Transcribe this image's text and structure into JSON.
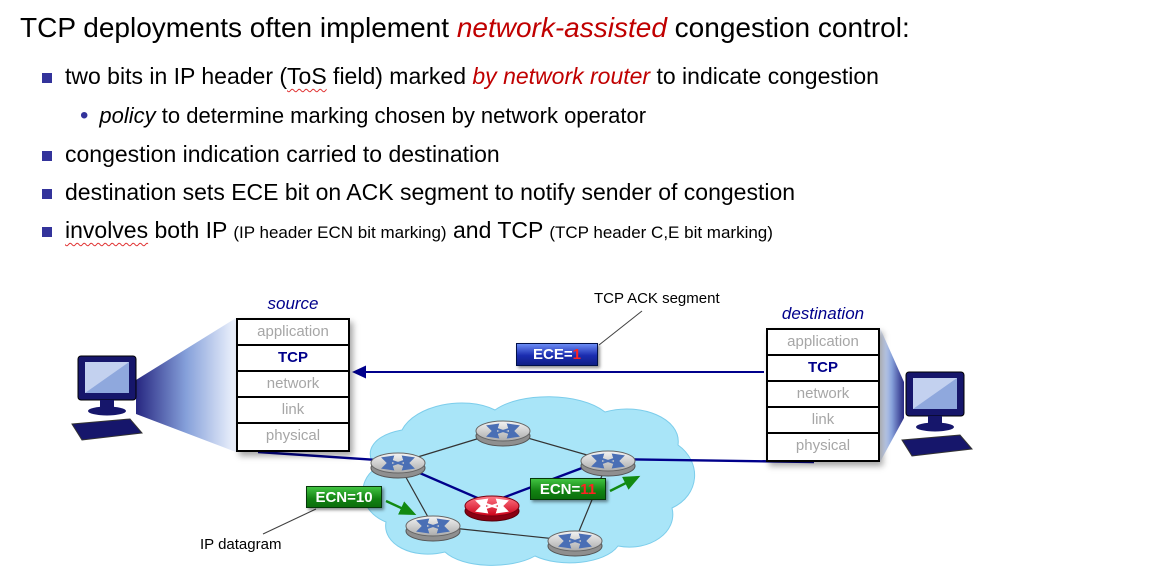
{
  "slide": {
    "title": {
      "pre": "TCP deployments often implement ",
      "em": "network-assisted",
      "post": " congestion control:"
    },
    "bullet1": {
      "pre": "two bits in IP header (",
      "tos": "ToS",
      "mid": " field) marked ",
      "em": "by network router",
      "post": " to indicate congestion"
    },
    "sub_bullet": {
      "em": "policy",
      "post": " to determine marking chosen by network operator"
    },
    "bullet2": "congestion indication carried to destination",
    "bullet3": "destination sets ECE bit on ACK segment to notify sender of congestion",
    "bullet4": {
      "wavy": "involves",
      "mid1": " both IP ",
      "paren1": "(IP header ECN bit marking)",
      "mid2": " and TCP ",
      "paren2": "(TCP header C,E bit marking)"
    }
  },
  "diagram": {
    "source_label": "source",
    "destination_label": "destination",
    "tcp_ack_label": "TCP ACK segment",
    "ip_datagram_label": "IP datagram",
    "ece_badge": {
      "prefix": "ECE=",
      "bit": "1"
    },
    "ecn10_badge": {
      "prefix": "ECN=",
      "bit": "10"
    },
    "ecn11_badge": {
      "prefix": "ECN=",
      "bit": "11"
    },
    "stack_layers": [
      "application",
      "TCP",
      "network",
      "link",
      "physical"
    ]
  },
  "colors": {
    "emphasis_red": "#c00000",
    "navy": "#00008b",
    "cloud_blue": "#a9e5f8",
    "badge_green": "#128212",
    "badge_blue": "#1a2cb0",
    "bit_red": "#ff2222"
  }
}
